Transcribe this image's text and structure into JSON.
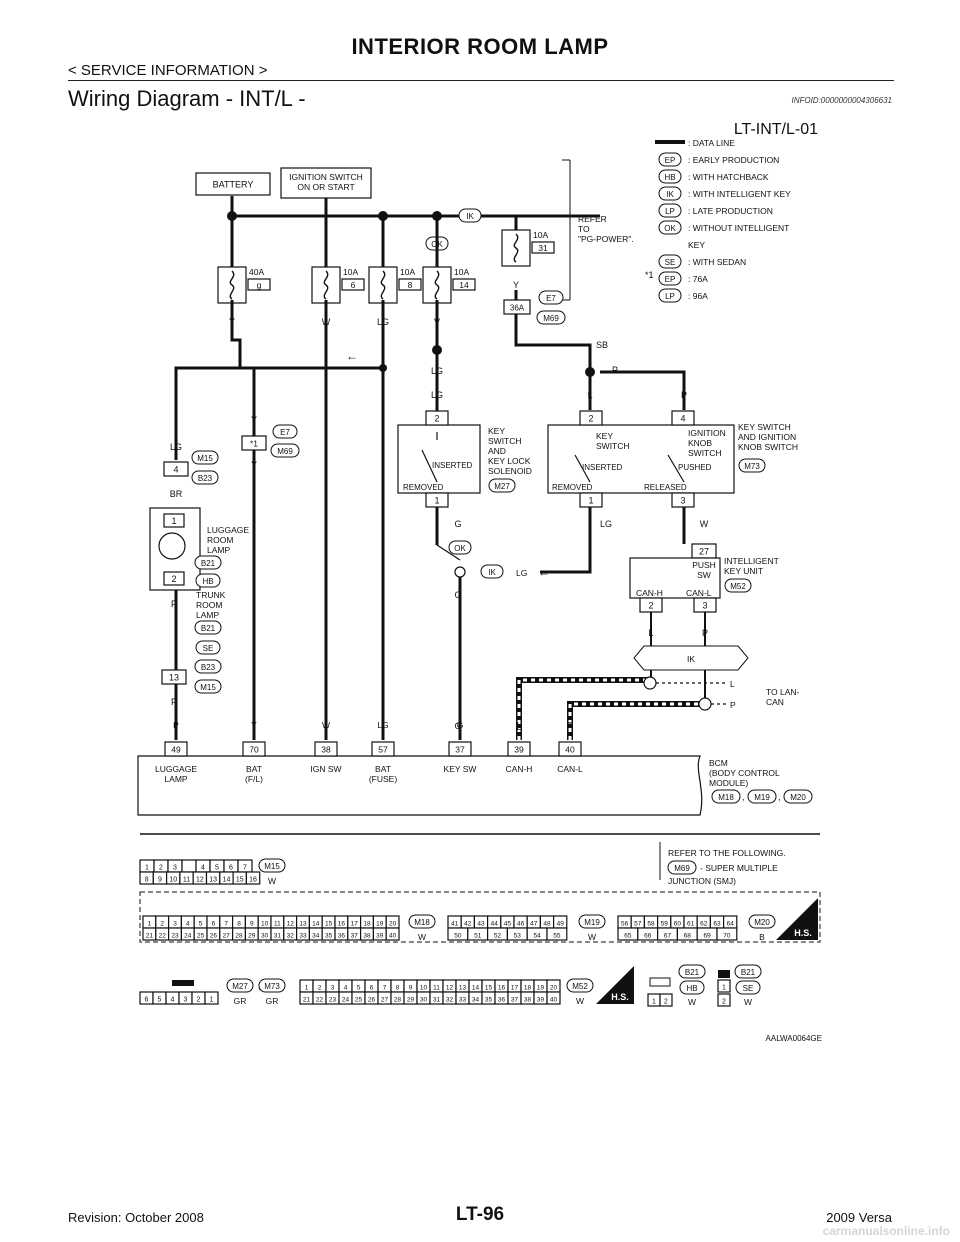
{
  "header": {
    "title": "INTERIOR ROOM LAMP",
    "section": "< SERVICE INFORMATION >",
    "page_heading": "Wiring Diagram - INT/L -",
    "info_id": "INFOID:0000000004306631"
  },
  "diagram": {
    "id": "LT-INT/L-01",
    "figure_code": "AALWA0064GE",
    "legend": [
      {
        "code": "",
        "text": ": DATA LINE"
      },
      {
        "code": "EP",
        "text": ": EARLY PRODUCTION"
      },
      {
        "code": "HB",
        "text": ": WITH HATCHBACK"
      },
      {
        "code": "IK",
        "text": ": WITH INTELLIGENT KEY"
      },
      {
        "code": "LP",
        "text": ": LATE PRODUCTION"
      },
      {
        "code": "OK",
        "text": ": WITHOUT INTELLIGENT"
      },
      {
        "code": "",
        "text": "KEY"
      },
      {
        "code": "SE",
        "text": ": WITH SEDAN"
      },
      {
        "code": "EP",
        "text": ": 76A"
      },
      {
        "code": "LP",
        "text": ": 96A"
      }
    ],
    "star_note": "*1",
    "battery": "BATTERY",
    "ignition_switch": [
      "IGNITION SWITCH",
      "ON OR START"
    ],
    "refer": [
      "REFER",
      "TO",
      "\"PG-POWER\"."
    ],
    "fuses": [
      {
        "amp": "40A",
        "num": "g",
        "wire": "Y"
      },
      {
        "amp": "10A",
        "num": "6",
        "wire": "W"
      },
      {
        "amp": "10A",
        "num": "8",
        "wire": "LG"
      },
      {
        "amp": "10A",
        "num": "14",
        "wire": "V"
      },
      {
        "amp": "10A",
        "num": "31",
        "wire": "Y"
      }
    ],
    "joint_36a": "36A",
    "conn_tags": {
      "e7": "E7",
      "m69": "M69",
      "m15": "M15",
      "b23": "B23",
      "b21": "B21",
      "m27": "M27",
      "m73": "M73",
      "m52": "M52",
      "ok": "OK",
      "ik": "IK",
      "hb": "HB",
      "se": "SE",
      "star": "*1"
    },
    "wire_labels": {
      "sb": "SB",
      "p": "P",
      "l": "L",
      "lg": "LG",
      "y": "Y",
      "g": "G",
      "w": "W",
      "br": "BR",
      "v": "V"
    },
    "key_switch_solenoid": {
      "label": [
        "KEY",
        "SWITCH",
        "AND",
        "KEY LOCK",
        "SOLENOID"
      ],
      "inserted": "INSERTED",
      "removed": "REMOVED",
      "pin_top": "2",
      "pin_bottom": "1"
    },
    "key_knob_switch": {
      "label": [
        "KEY SWITCH",
        "AND IGNITION",
        "KNOB SWITCH"
      ],
      "sub1": [
        "KEY",
        "SWITCH"
      ],
      "sub2": [
        "IGNITION",
        "KNOB",
        "SWITCH"
      ],
      "inserted": "INSERTED",
      "pushed": "PUSHED",
      "removed": "REMOVED",
      "released": "RELEASED",
      "pins": [
        "2",
        "4",
        "1",
        "3"
      ]
    },
    "intelligent_key_unit": {
      "label": [
        "INTELLIGENT",
        "KEY UNIT"
      ],
      "push_sw": [
        "PUSH",
        "SW"
      ],
      "can_h": "CAN-H",
      "can_l": "CAN-L",
      "pins": [
        "27",
        "2",
        "3"
      ]
    },
    "luggage_lamp": {
      "label1": [
        "LUGGAGE",
        "ROOM",
        "LAMP"
      ],
      "label2": [
        "TRUNK",
        "ROOM",
        "LAMP"
      ],
      "pins": [
        "4",
        "1",
        "2",
        "13"
      ]
    },
    "lan": {
      "ik": "IK",
      "to_lan": [
        "TO LAN-",
        "CAN"
      ]
    },
    "bcm": {
      "label": [
        "BCM",
        "(BODY CONTROL",
        "MODULE)"
      ],
      "connectors": [
        "M18",
        "M19",
        "M20"
      ],
      "pins": [
        {
          "num": "49",
          "wire": "P",
          "name": [
            "LUGGAGE",
            "LAMP"
          ]
        },
        {
          "num": "70",
          "wire": "Y",
          "name": [
            "BAT",
            "(F/L)"
          ]
        },
        {
          "num": "38",
          "wire": "W",
          "name": [
            "IGN SW"
          ]
        },
        {
          "num": "57",
          "wire": "LG",
          "name": [
            "BAT",
            "(FUSE)"
          ]
        },
        {
          "num": "37",
          "wire": "G",
          "name": [
            "KEY SW"
          ]
        },
        {
          "num": "39",
          "wire": "L",
          "name": [
            "CAN-H"
          ]
        },
        {
          "num": "40",
          "wire": "P",
          "name": [
            "CAN-L"
          ]
        }
      ]
    },
    "refer_following": [
      "REFER TO THE FOLLOWING.",
      "- SUPER MULTIPLE",
      "JUNCTION (SMJ)"
    ],
    "connectors": [
      {
        "id": "M15",
        "color": "W"
      },
      {
        "id": "M18",
        "color": "W"
      },
      {
        "id": "M19",
        "color": "W"
      },
      {
        "id": "M20",
        "color": "B"
      },
      {
        "id": "M27",
        "color": "GR"
      },
      {
        "id": "M73",
        "color": "GR"
      },
      {
        "id": "M52",
        "color": "W"
      },
      {
        "id": "B21",
        "sub": "HB",
        "color": "W"
      },
      {
        "id": "B21",
        "sub": "SE",
        "color": "W"
      }
    ],
    "hs": "H.S."
  },
  "footer": {
    "revision": "Revision: October 2008",
    "page": "LT-96",
    "model": "2009 Versa",
    "brand": "carmanualsonline.info"
  }
}
